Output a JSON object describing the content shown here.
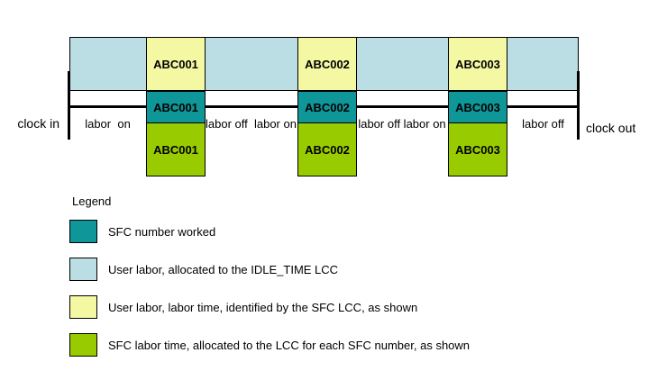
{
  "colors": {
    "sfc_worked": "#0F9698",
    "idle_time": "#BADEE3",
    "labor_time": "#F5F8A3",
    "sfc_labor": "#99CC00"
  },
  "diagram": {
    "clock_in_label": "clock in",
    "clock_out_label": "clock out",
    "columns": [
      {
        "label": "ABC001"
      },
      {
        "label": "ABC002"
      },
      {
        "label": "ABC003"
      }
    ],
    "segments": [
      {
        "label": "labor  on"
      },
      {
        "label": "labor off  labor on"
      },
      {
        "label": "labor off labor on"
      },
      {
        "label": "labor off"
      }
    ]
  },
  "legend": {
    "title": "Legend",
    "items": [
      {
        "color": "#0F9698",
        "label": "SFC number worked"
      },
      {
        "color": "#BADEE3",
        "label": "User labor, allocated to the IDLE_TIME LCC"
      },
      {
        "color": "#F5F8A3",
        "label": "User labor, labor time, identified by the SFC LCC, as shown"
      },
      {
        "color": "#99CC00",
        "label": "SFC labor time, allocated to the LCC for each SFC number, as shown"
      }
    ]
  }
}
